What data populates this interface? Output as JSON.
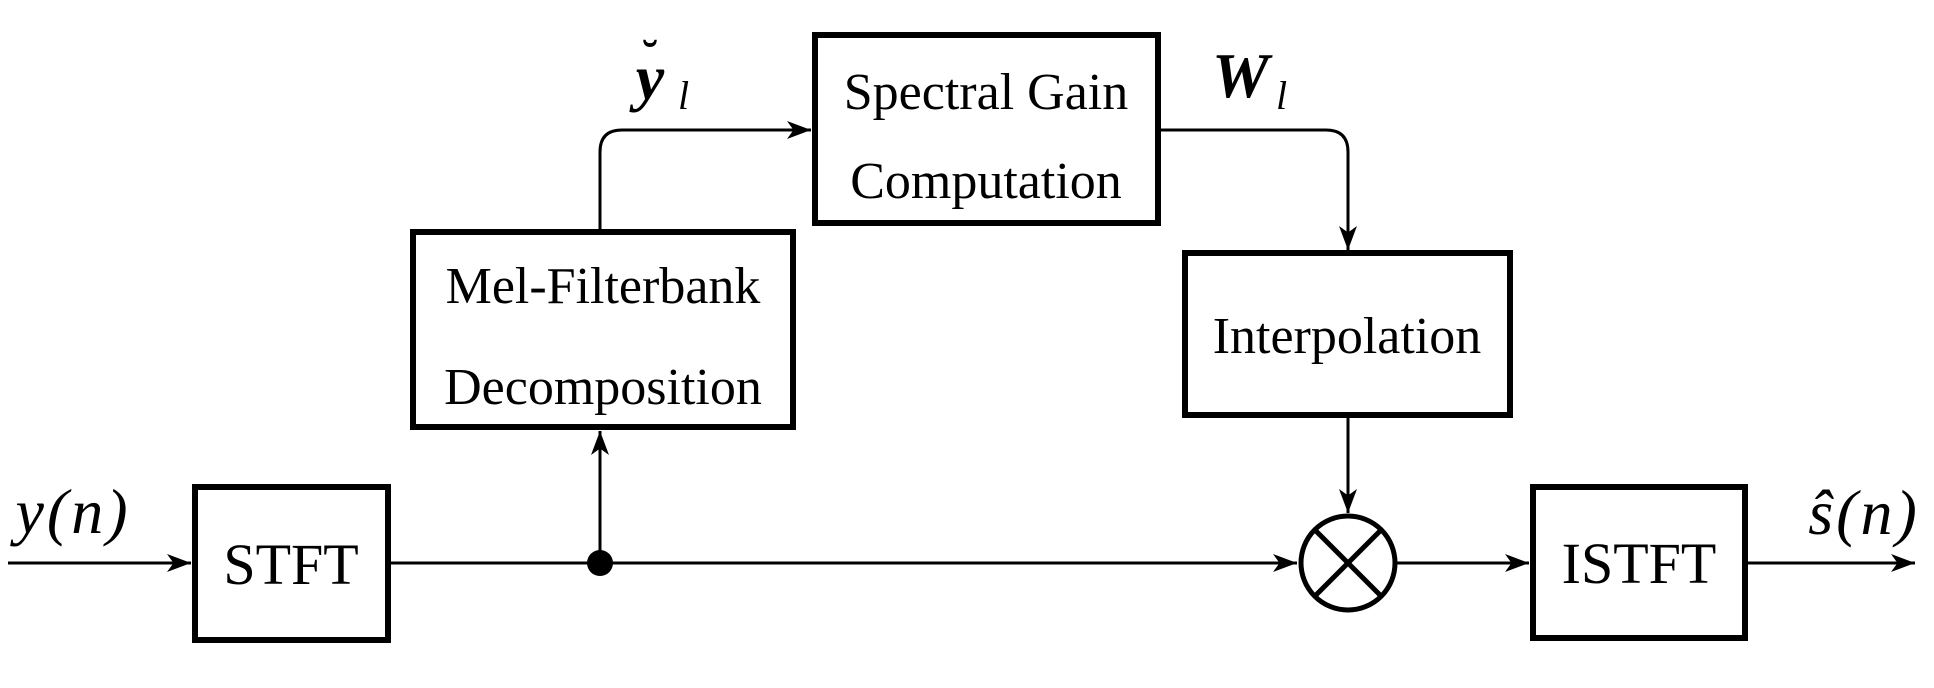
{
  "diagram": {
    "kind": "signal-processing-block-diagram",
    "colors": {
      "ink": "#000000",
      "background": "#ffffff"
    },
    "blocks": {
      "stft": {
        "label": "STFT"
      },
      "mel": {
        "line1": "Mel-Filterbank",
        "line2": "Decomposition"
      },
      "sgc": {
        "line1": "Spectral Gain",
        "line2": "Computation"
      },
      "interp": {
        "label": "Interpolation"
      },
      "istft": {
        "label": "ISTFT"
      }
    },
    "signals": {
      "input": {
        "text": "y(n)"
      },
      "mel_out": {
        "accent": "˘",
        "base": "y",
        "sub": "l"
      },
      "gain_out": {
        "base": "W",
        "sub": "l"
      },
      "output": {
        "text": "ŝ(n)"
      }
    },
    "icons": {
      "multiplier": "circled-times-operator",
      "junction": "filled-dot-junction"
    }
  }
}
